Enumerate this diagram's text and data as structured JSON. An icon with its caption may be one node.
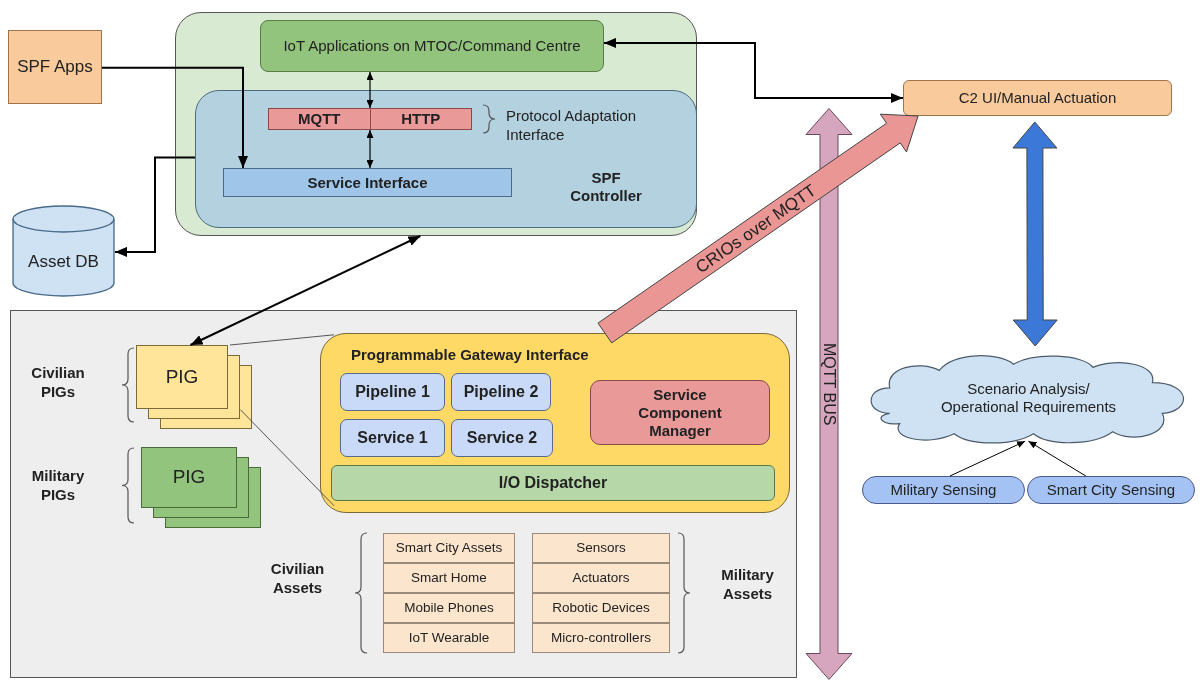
{
  "diagram": {
    "nodes": [
      {
        "text": [
          "SPF Apps"
        ]
      },
      {
        "text": [],
        "shape": "box"
      },
      {
        "text": [
          "IoT Applications on MTOC/Command Centre"
        ],
        "in": 1
      },
      {
        "text": [
          "SPF Controller"
        ],
        "in": 1
      },
      {
        "text": [
          "MQTT",
          "HTTP"
        ],
        "in": 3
      },
      {
        "text": [
          "Service Interface"
        ],
        "in": 3
      },
      {
        "text": [
          "Asset DB"
        ]
      },
      {
        "text": [
          "C2 UI/Manual Actuation"
        ]
      },
      {
        "text": [],
        "shape": "box"
      },
      {
        "text": [
          "PIG"
        ],
        "in": 8
      },
      {
        "text": [
          "PIG"
        ],
        "in": 8
      },
      {
        "text": [
          "Programmable Gateway Interface"
        ],
        "in": 8
      },
      {
        "text": [
          "Pipeline 1"
        ],
        "in": 11
      },
      {
        "text": [
          "Pipeline 2"
        ],
        "in": 11
      },
      {
        "text": [
          "Service 1"
        ],
        "in": 11
      },
      {
        "text": [
          "Service 2"
        ],
        "in": 11
      },
      {
        "text": [
          "Service Component Manager"
        ],
        "in": 11
      },
      {
        "text": [
          "I/O Dispatcher"
        ],
        "in": 11
      },
      {
        "text": [
          "Smart City Assets"
        ],
        "in": 8
      },
      {
        "text": [
          "Sensors"
        ],
        "in": 8
      },
      {
        "text": [
          "Smart Home"
        ],
        "in": 8
      },
      {
        "text": [
          "Actuators"
        ],
        "in": 8
      },
      {
        "text": [
          "Mobile Phones"
        ],
        "in": 8
      },
      {
        "text": [
          "Robotic Devices"
        ],
        "in": 8
      },
      {
        "text": [
          "IoT Wearable"
        ],
        "in": 8
      },
      {
        "text": [
          "Micro-controllers"
        ],
        "in": 8
      },
      {
        "text": [
          "MQTT BUS"
        ]
      },
      {
        "text": [
          "Scenario Analysis/ Operational Requirements"
        ]
      },
      {
        "text": [
          "Military Sensing"
        ]
      },
      {
        "text": [
          "Smart City Sensing"
        ]
      }
    ],
    "edges": [
      {
        "from": 0,
        "to": 5,
        "arrow": "to"
      },
      {
        "from": 3,
        "to": 6,
        "arrow": "to"
      },
      {
        "from": 2,
        "to": 4,
        "arrow": "both"
      },
      {
        "from": 4,
        "to": 5,
        "arrow": "both"
      },
      {
        "from": 7,
        "to": 2,
        "arrow": "both"
      },
      {
        "from": 9,
        "to": 1,
        "arrow": "both"
      },
      {
        "from": 11,
        "to": 7,
        "arrow": "to",
        "label": "CRIOs over MQTT",
        "style": "thick",
        "color": "#e99694"
      },
      {
        "from": 7,
        "to": 27,
        "arrow": "both",
        "style": "thick",
        "color": "#3c78d8"
      },
      {
        "from": 28,
        "to": 27,
        "arrow": "to"
      },
      {
        "from": 29,
        "to": 27,
        "arrow": "to"
      },
      {
        "from": 9,
        "to": 11,
        "arrow": "none",
        "color": "#555555"
      },
      {
        "from": 9,
        "to": 11,
        "arrow": "none",
        "color": "#555555"
      }
    ],
    "labels": [
      "Protocol Adaptation Interface",
      "Civilian PIGs",
      "Military PIGs",
      "Civilian Assets",
      "Military Assets"
    ]
  }
}
